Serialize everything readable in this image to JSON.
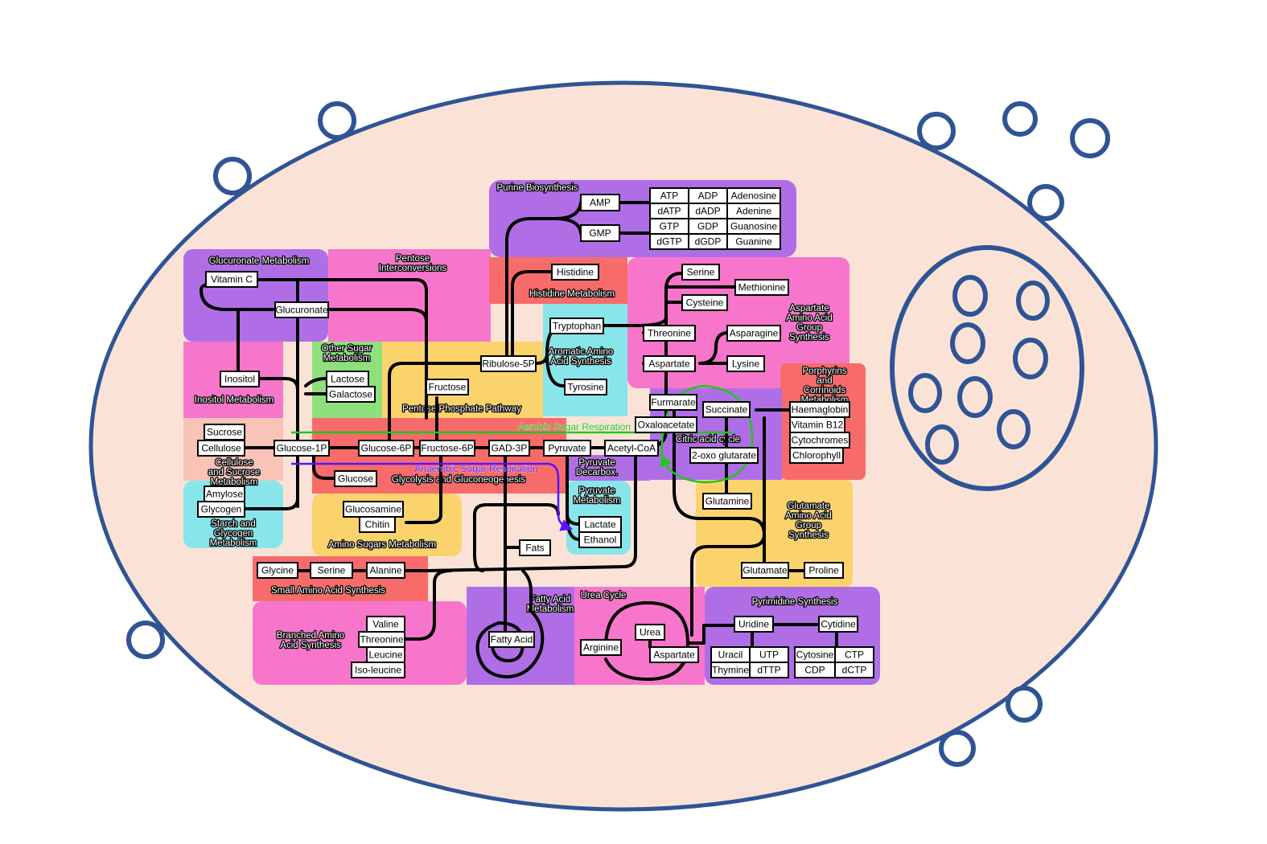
{
  "colors": {
    "cell_fill": "#fae3d6",
    "membrane": "#2f5496",
    "aerobic": "#22c51e",
    "anaerobic": "#5b12ff",
    "cycle": "#22c51e",
    "node_fill": "#ffffff"
  },
  "regions": [
    {
      "id": "purine",
      "color": "#b06ee6",
      "label": "Purine Biosynthesis"
    },
    {
      "id": "glucuronate",
      "color": "#b06ee6",
      "label": "Glucuronate Metabolism"
    },
    {
      "id": "pentose",
      "color": "#f776cc",
      "label": "Pentose Interconversions"
    },
    {
      "id": "histidine",
      "color": "#f76c6a",
      "label": "Histidine Metabolism"
    },
    {
      "id": "aspartate_group",
      "color": "#f776cc",
      "label": "Aspartate Amino Acid Group Synthesis"
    },
    {
      "id": "aromatic",
      "color": "#88e6ea",
      "label": "Aromatic Amino Acid Synthesis"
    },
    {
      "id": "other_sugar",
      "color": "#8fe07d",
      "label": "Other Sugar Metabolism"
    },
    {
      "id": "inositol",
      "color": "#f776cc",
      "label": "Inositol Metabolism"
    },
    {
      "id": "pentose_phosphate",
      "color": "#fbd36d",
      "label": "Pentose Phosphate Pathway"
    },
    {
      "id": "cellulose_sucrose",
      "color": "#f9c3b7",
      "label": "Cellulose and Sucrose Metabolism"
    },
    {
      "id": "porphyrins",
      "color": "#f76c6a",
      "label": "Porphyrins and Corrinoids Metabolism"
    },
    {
      "id": "citric",
      "color": "#b06ee6",
      "label": "Citric acid cycle"
    },
    {
      "id": "glycolysis",
      "color": "#f76c6a",
      "label": "Glycolysis and Gluconeogenesis"
    },
    {
      "id": "pyruvate_decarbox",
      "color": "#b06ee6",
      "label": "Pyruvate Decarbox."
    },
    {
      "id": "pyruvate_metabolism",
      "color": "#88e6ea",
      "label": "Pyruvate Metabolism"
    },
    {
      "id": "starch",
      "color": "#88e6ea",
      "label": "Starch and Glycogen Metabolism"
    },
    {
      "id": "amino_sugars",
      "color": "#fbd36d",
      "label": "Amino Sugars Metabolism"
    },
    {
      "id": "glutamate_group",
      "color": "#fbd36d",
      "label": "Glutamate Amino Acid Group Synthesis"
    },
    {
      "id": "small_amino",
      "color": "#f76c6a",
      "label": "Small Amino Acid Synthesis"
    },
    {
      "id": "branched",
      "color": "#f776cc",
      "label": "Branched Amino Acid Synthesis"
    },
    {
      "id": "fatty_acid",
      "color": "#b06ee6",
      "label": "Fatty Acid Metabolism"
    },
    {
      "id": "urea",
      "color": "#f776cc",
      "label": "Urea Cycle"
    },
    {
      "id": "pyrimidine",
      "color": "#b06ee6",
      "label": "Pyrimidine Synthesis"
    }
  ],
  "pathway_labels": {
    "aerobic": "Aerobic Sugar Respiration",
    "anaerobic": "Anaerobic Sugar Respiration"
  },
  "nodes": {
    "amp": "AMP",
    "gmp": "GMP",
    "atp": "ATP",
    "adp": "ADP",
    "adenosine": "Adenosine",
    "datp": "dATP",
    "dadp": "dADP",
    "adenine": "Adenine",
    "gtp": "GTP",
    "gdp": "GDP",
    "guanosine": "Guanosine",
    "dgtp": "dGTP",
    "dgdp": "dGDP",
    "guanine": "Guanine",
    "vitamin_c": "Vitamin C",
    "glucuronate": "Glucuronate",
    "inositol": "Inositol",
    "lactose": "Lactose",
    "galactose": "Galactose",
    "sucrose": "Sucrose",
    "cellulose": "Cellulose",
    "glucose_1p": "Glucose-1P",
    "amylose": "Amylose",
    "glycogen": "Glycogen",
    "glucose": "Glucose",
    "fructose": "Fructose",
    "ribulose_5p": "Ribulose-5P",
    "glucose_6p": "Glucose-6P",
    "fructose_6p": "Fructose-6P",
    "gad_3p": "GAD-3P",
    "pyruvate": "Pyruvate",
    "acetyl_coa": "Acetyl-CoA",
    "histidine": "Histidine",
    "tryptophan": "Tryptophan",
    "tyrosine": "Tyrosine",
    "serine_top": "Serine",
    "methionine": "Methionine",
    "cysteine": "Cysteine",
    "threonine_top": "Threonine",
    "asparagine": "Asparagine",
    "aspartate_top": "Aspartate",
    "lysine": "Lysine",
    "furmarate": "Furmarate",
    "oxaloacetate": "Oxaloacetate",
    "succinate": "Succinate",
    "oxoglutarate": "2-oxo glutarate",
    "haemaglobin": "Haemaglobin",
    "vitamin_b12": "Vitamin B12",
    "cytochromes": "Cytochromes",
    "chlorophyll": "Chlorophyll",
    "glucosamine": "Glucosamine",
    "chitin": "Chitin",
    "lactate": "Lactate",
    "ethanol": "Ethanol",
    "fats": "Fats",
    "glutamine": "Glutamine",
    "glutamate": "Glutamate",
    "proline": "Proline",
    "glycine": "Glycine",
    "serine_small": "Serine",
    "alanine": "Alanine",
    "valine": "Valine",
    "threonine_branched": "Threonine",
    "leucine": "Leucine",
    "isoleucine": "Iso-leucine",
    "fatty_acid": "Fatty Acid",
    "urea": "Urea",
    "arginine": "Arginine",
    "aspartate_urea": "Aspartate",
    "uridine": "Uridine",
    "cytidine": "Cytidine",
    "uracil": "Uracil",
    "utp": "UTP",
    "thymine": "Thymine",
    "dttp": "dTTP",
    "cytosine": "Cytosine",
    "ctp": "CTP",
    "cdp": "CDP",
    "dctp": "dCTP"
  }
}
